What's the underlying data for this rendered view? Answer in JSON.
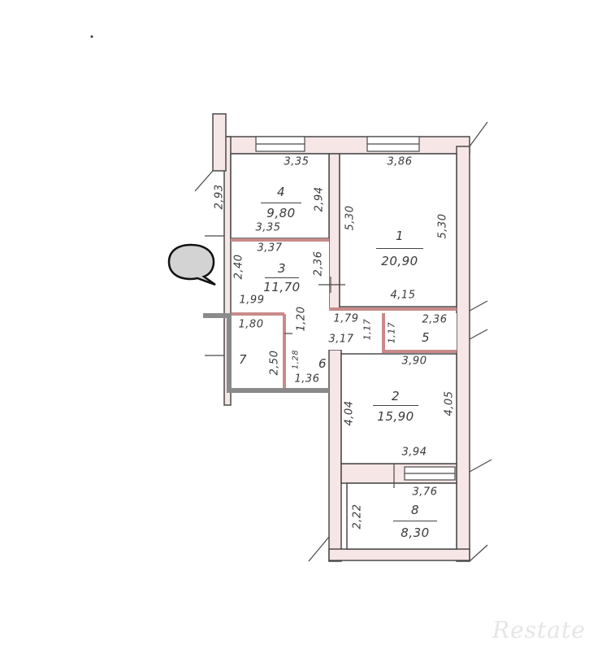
{
  "plan": {
    "rooms": [
      {
        "number": "1",
        "area": "20,90"
      },
      {
        "number": "2",
        "area": "15,90"
      },
      {
        "number": "3",
        "area": "11,70"
      },
      {
        "number": "4",
        "area": "9,80"
      },
      {
        "number": "5",
        "area": ""
      },
      {
        "number": "6",
        "area": ""
      },
      {
        "number": "7",
        "area": ""
      },
      {
        "number": "8",
        "area": "8,30"
      }
    ],
    "dimensions": {
      "room4": [
        "3,35",
        "2,93",
        "2,94",
        "3,35"
      ],
      "room1": [
        "3,86",
        "5,30",
        "5,30",
        "4,15"
      ],
      "room3": [
        "3,37",
        "2,40",
        "2,36",
        "1,99"
      ],
      "room7": [
        "1,80",
        "1,20",
        "2,50"
      ],
      "room6": [
        "1,28",
        "1,36"
      ],
      "corridor": [
        "1,79",
        "1,17",
        "3,17",
        "1,17",
        "2,36"
      ],
      "room2": [
        "3,90",
        "4,04",
        "4,05",
        "3,94"
      ],
      "room8": [
        "3,76",
        "2,22"
      ]
    },
    "colors": {
      "wall_fill": "#f7e6e6",
      "wall_line": "#4a4a4a",
      "partition": "#c98a8a",
      "grey_wall": "#8a8a8a",
      "bubble": "#d3d3d3"
    }
  },
  "watermark": {
    "logo": "Restate"
  },
  "icons": {
    "comment": "speech-bubble-icon"
  }
}
